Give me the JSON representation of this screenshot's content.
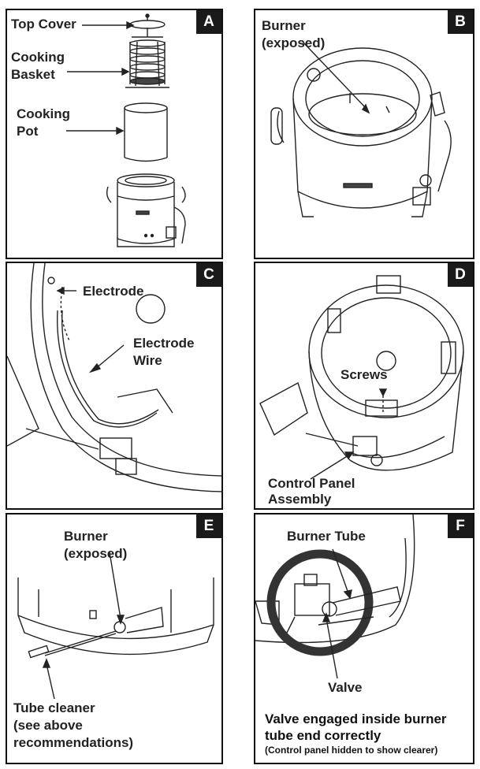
{
  "panels": {
    "A": {
      "badge": "A",
      "top_cover": "Top Cover",
      "basket_1": "Cooking",
      "basket_2": "Basket",
      "pot_1": "Cooking",
      "pot_2": "Pot"
    },
    "B": {
      "badge": "B",
      "burner_1": "Burner",
      "burner_2": "(exposed)"
    },
    "C": {
      "badge": "C",
      "electrode": "Electrode",
      "wire_1": "Electrode",
      "wire_2": "Wire"
    },
    "D": {
      "badge": "D",
      "screws": "Screws",
      "cpa_1": "Control Panel",
      "cpa_2": "Assembly"
    },
    "E": {
      "badge": "E",
      "burner_1": "Burner",
      "burner_2": "(exposed)",
      "tube_1": "Tube cleaner",
      "tube_2": "(see above",
      "tube_3": "recommendations)"
    },
    "F": {
      "badge": "F",
      "burner_tube": "Burner Tube",
      "valve": "Valve",
      "caption_1": "Valve engaged inside burner",
      "caption_2": "tube end correctly",
      "caption_3": "(Control panel hidden to show clearer)"
    }
  }
}
